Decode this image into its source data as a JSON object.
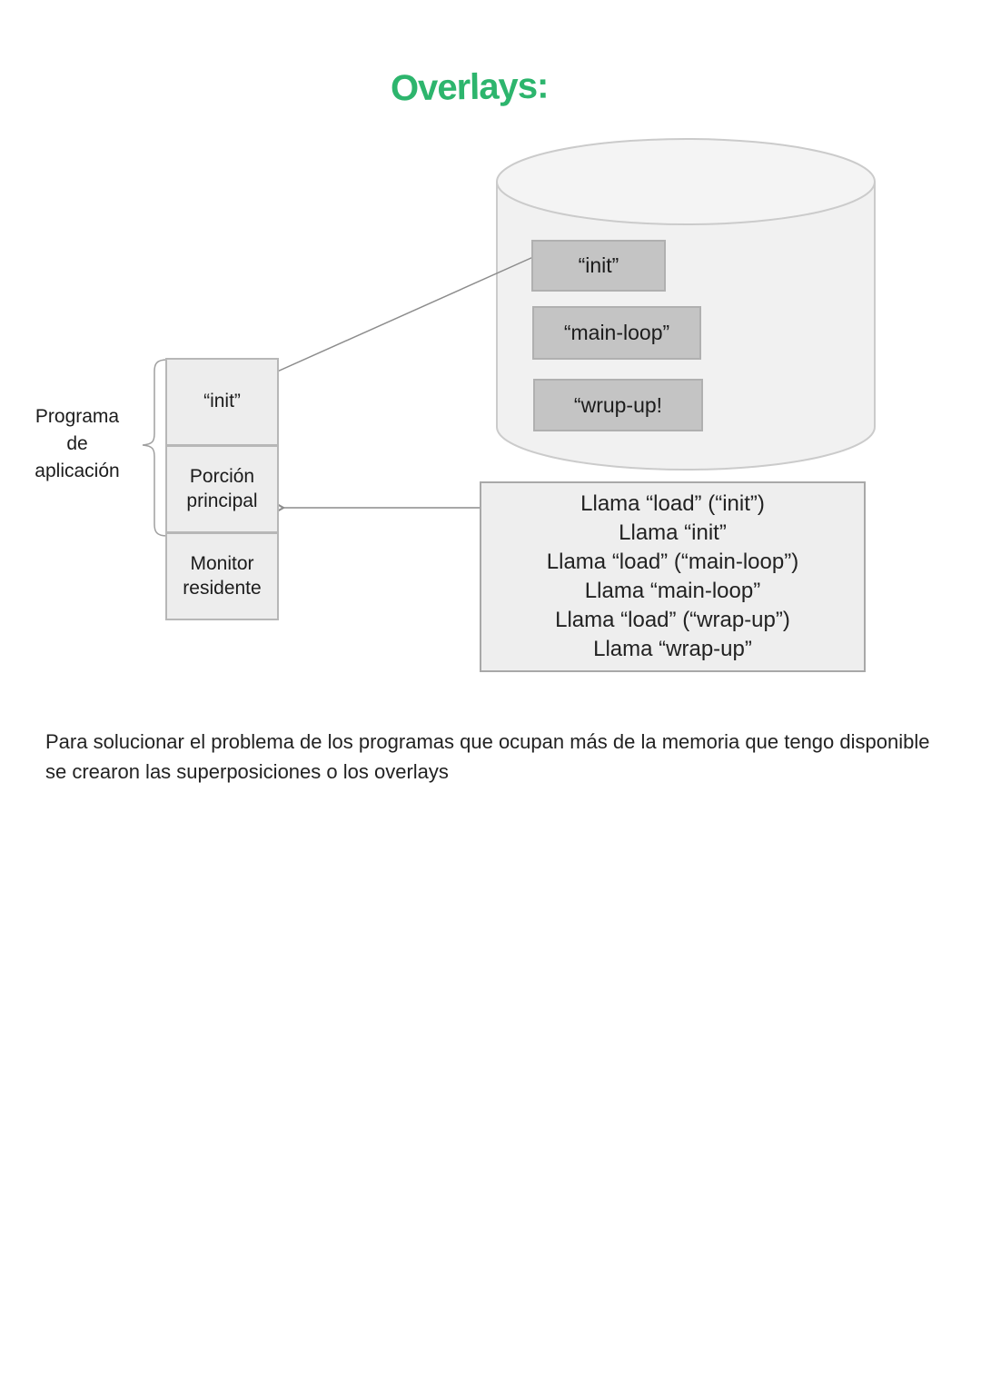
{
  "title": "Overlays:",
  "colors": {
    "title_green": "#2db56d",
    "disk_block_fill": "#c4c4c4",
    "light_box_fill": "#ededed",
    "line_gray": "#8c8c8c"
  },
  "disk": {
    "overlay_blocks": [
      "“init”",
      "“main-loop”",
      "“wrup-up!"
    ]
  },
  "memory": {
    "label_lines": [
      "Programa",
      "de",
      "aplicación"
    ],
    "blocks": [
      "“init”",
      "Porción principal",
      "Monitor residente"
    ]
  },
  "calls": {
    "lines": [
      "Llama “load” (“init”)",
      "Llama “init”",
      "Llama “load” (“main-loop”)",
      "Llama “main-loop”",
      "Llama “load” (“wrap-up”)",
      "Llama “wrap-up”"
    ]
  },
  "note": {
    "text": "Para solucionar el problema de los programas que ocupan más de la memoria que tengo disponible se crearon las superposiciones o los overlays"
  }
}
